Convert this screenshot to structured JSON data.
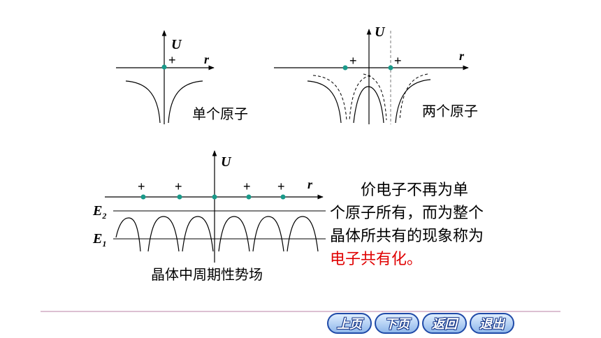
{
  "diagrams": {
    "single_atom": {
      "axis_y": "U",
      "axis_x": "r",
      "charge": "+",
      "caption": "单个原子"
    },
    "two_atoms": {
      "axis_y": "U",
      "axis_x": "r",
      "charges": [
        "+",
        "+"
      ],
      "caption": "两个原子"
    },
    "crystal": {
      "axis_y": "U",
      "axis_x": "r",
      "charges": [
        "+",
        "+",
        "+",
        "+"
      ],
      "level_e2": "E",
      "level_e2_sub": "2",
      "level_e1": "E",
      "level_e1_sub": "1",
      "caption": "晶体中周期性势场"
    }
  },
  "explanation": {
    "line1": "价电子不再为单",
    "line2": "个原子所有，而为整个",
    "line3": "晶体所共有的现象称为",
    "line4_highlight": "电子共有化。"
  },
  "navigation": {
    "prev": "上页",
    "next": "下页",
    "back": "返回",
    "exit": "退出"
  },
  "colors": {
    "atom_dot": "#1a9a8a",
    "highlight": "#e00000",
    "divider": "#c89bb8",
    "nav_border": "#1f4aa8"
  }
}
